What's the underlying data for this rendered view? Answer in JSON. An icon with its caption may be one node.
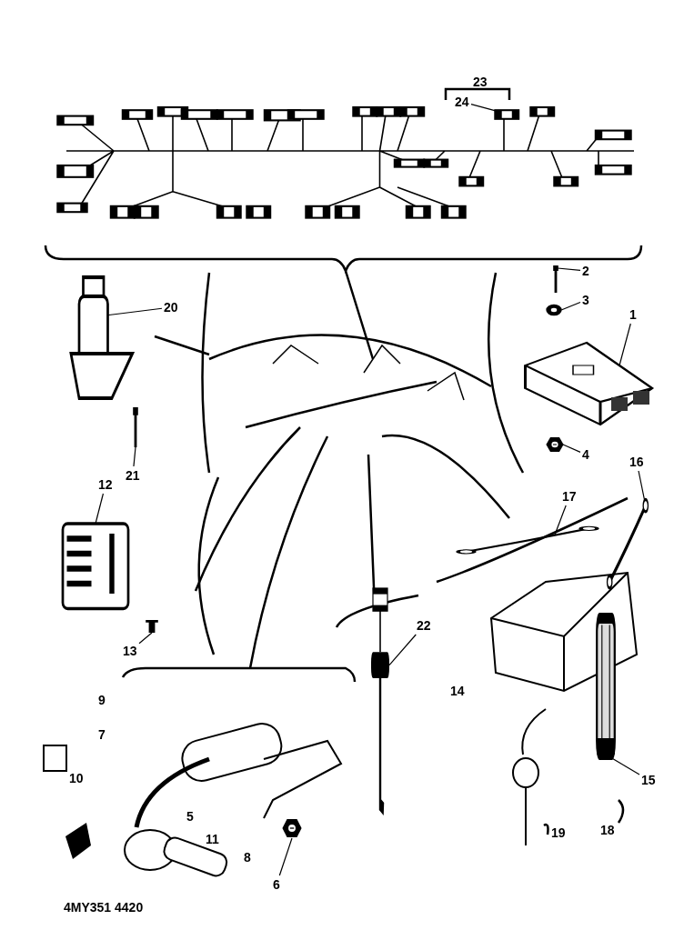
{
  "diagram": {
    "nodes": [
      {
        "text": [],
        "shape": "picture"
      },
      {
        "text": [
          "24"
        ]
      },
      {
        "text": [
          "2"
        ]
      },
      {
        "text": [],
        "shape": "picture"
      },
      {
        "text": [
          "3"
        ]
      },
      {
        "text": [],
        "shape": "picture"
      },
      {
        "text": [
          "1"
        ]
      },
      {
        "text": [],
        "shape": "picture"
      },
      {
        "text": [
          "4"
        ]
      },
      {
        "text": [],
        "shape": "picture"
      },
      {
        "text": [
          "20"
        ]
      },
      {
        "text": [],
        "shape": "picture"
      },
      {
        "text": [
          "21"
        ]
      },
      {
        "text": [],
        "shape": "picture"
      },
      {
        "text": [
          "12"
        ]
      },
      {
        "text": [],
        "shape": "picture"
      },
      {
        "text": [
          "13"
        ]
      },
      {
        "text": [],
        "shape": "picture"
      },
      {
        "text": [
          "17"
        ]
      },
      {
        "text": [],
        "shape": "picture"
      },
      {
        "text": [
          "16"
        ]
      },
      {
        "text": [],
        "shape": "picture"
      },
      {
        "text": [
          "15"
        ]
      },
      {
        "text": [],
        "shape": "picture"
      },
      {
        "text": [
          "22"
        ]
      },
      {
        "text": [],
        "shape": "picture"
      },
      {
        "text": [
          "6"
        ]
      },
      {
        "text": [],
        "shape": "picture"
      }
    ],
    "edges": [
      {
        "from": 1,
        "to": 0,
        "arrow": "none"
      },
      {
        "from": 2,
        "to": 3,
        "arrow": "none"
      },
      {
        "from": 4,
        "to": 5,
        "arrow": "none"
      },
      {
        "from": 6,
        "to": 7,
        "arrow": "none"
      },
      {
        "from": 8,
        "to": 9,
        "arrow": "none"
      },
      {
        "from": 10,
        "to": 11,
        "arrow": "none"
      },
      {
        "from": 12,
        "to": 13,
        "arrow": "none"
      },
      {
        "from": 14,
        "to": 15,
        "arrow": "none"
      },
      {
        "from": 16,
        "to": 17,
        "arrow": "none"
      },
      {
        "from": 18,
        "to": 19,
        "arrow": "none"
      },
      {
        "from": 20,
        "to": 21,
        "arrow": "none"
      },
      {
        "from": 22,
        "to": 23,
        "arrow": "none"
      },
      {
        "from": 24,
        "to": 25,
        "arrow": "none"
      },
      {
        "from": 26,
        "to": 27,
        "arrow": "none"
      }
    ],
    "labels": [
      "23",
      "9",
      "7",
      "10",
      "14",
      "5",
      "11",
      "18",
      "19",
      "8",
      "4MY351 4420"
    ]
  }
}
